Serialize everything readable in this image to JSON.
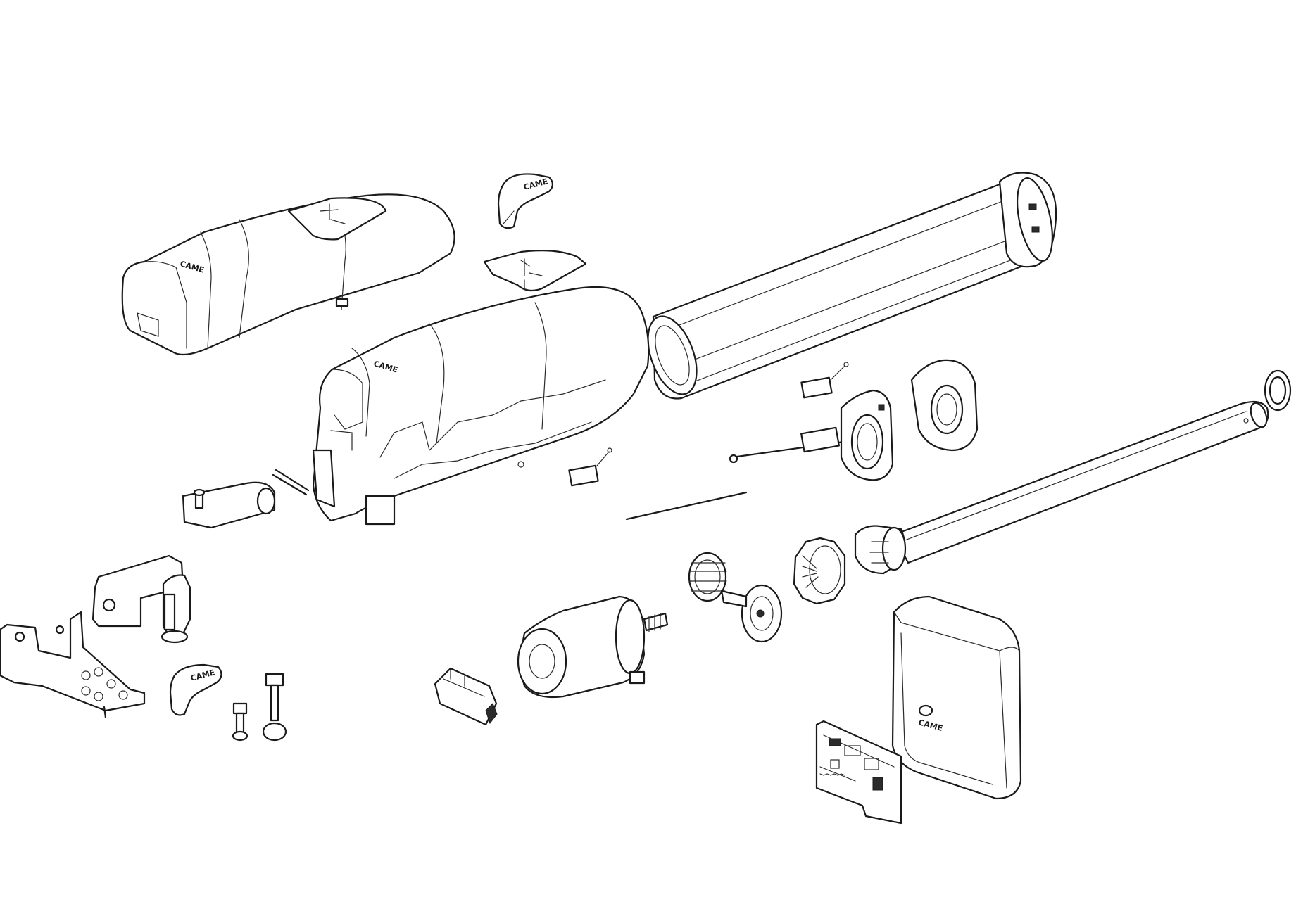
{
  "diagram": {
    "kind": "exploded-view",
    "brand_marks": {
      "cover_logo": "CAME",
      "release_key_logo": "CAME",
      "control_box_logo": "CAME"
    },
    "parts": [
      "top-cover",
      "release-key",
      "release-hatch",
      "gearmotor-housing",
      "outer-tube",
      "tube-end-cap",
      "limit-switch-plate",
      "microswitch-upper",
      "microswitch-lower",
      "limit-switch-rod",
      "inner-screw-tube",
      "seal-ring",
      "nut-assembly",
      "gear-wheel",
      "pinion-gear",
      "bevel-gear",
      "motor",
      "connector-block",
      "rear-bracket",
      "front-bracket",
      "fork-bracket",
      "pin",
      "bolts",
      "control-box",
      "control-board"
    ]
  }
}
